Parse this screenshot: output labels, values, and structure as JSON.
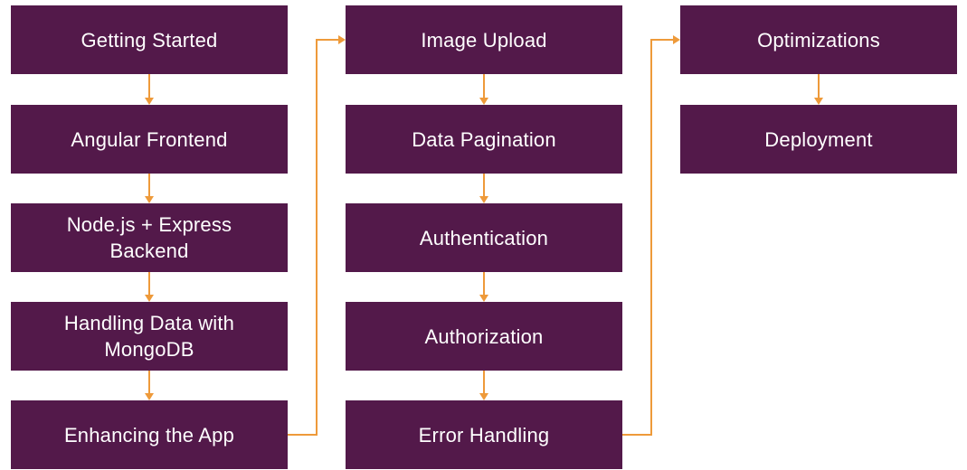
{
  "columns": [
    {
      "steps": [
        "Getting Started",
        "Angular Frontend",
        "Node.js + Express\nBackend",
        "Handling Data with\nMongoDB",
        "Enhancing the App"
      ]
    },
    {
      "steps": [
        "Image Upload",
        "Data Pagination",
        "Authentication",
        "Authorization",
        "Error Handling"
      ]
    },
    {
      "steps": [
        "Optimizations",
        "Deployment"
      ]
    }
  ],
  "colors": {
    "box": "#53194a",
    "text": "#ffffff",
    "connector": "#ee9a3a"
  }
}
